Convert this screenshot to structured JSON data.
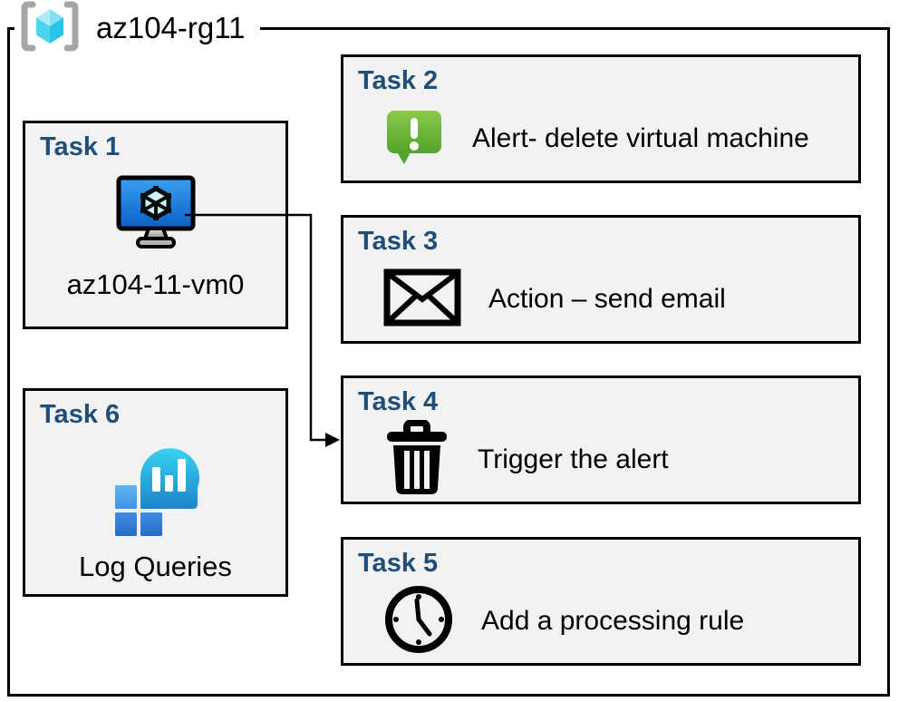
{
  "diagram": {
    "resource_group": {
      "label": "az104-rg11",
      "icon": "resource-group-icon"
    },
    "tasks": [
      {
        "heading": "Task 1",
        "label": "az104-11-vm0",
        "icon": "virtual-machine-icon"
      },
      {
        "heading": "Task 2",
        "label": "Alert- delete virtual machine",
        "icon": "alert-icon"
      },
      {
        "heading": "Task 3",
        "label": "Action – send email",
        "icon": "email-icon"
      },
      {
        "heading": "Task 4",
        "label": "Trigger the alert",
        "icon": "trash-icon"
      },
      {
        "heading": "Task 5",
        "label": "Add a processing rule",
        "icon": "clock-icon"
      },
      {
        "heading": "Task 6",
        "label": "Log Queries",
        "icon": "log-analytics-icon"
      }
    ],
    "connector": {
      "from": "Task 1 virtual machine",
      "to": "Task 4 trigger the alert"
    },
    "colors": {
      "heading_blue": "#1f4e79",
      "box_fill": "#f2f2f2",
      "box_border": "#000000",
      "alert_green_top": "#7ec13f",
      "alert_green_bottom": "#54a32c",
      "vm_screen_top": "#39a0f0",
      "vm_screen_bottom": "#0a5fc8",
      "log_bubble_top": "#38d2f2",
      "log_bubble_bottom": "#1e84c8",
      "rg_bracket_gray": "#a6a6a6",
      "rg_cube_cyan": "#4ed3ee"
    }
  }
}
